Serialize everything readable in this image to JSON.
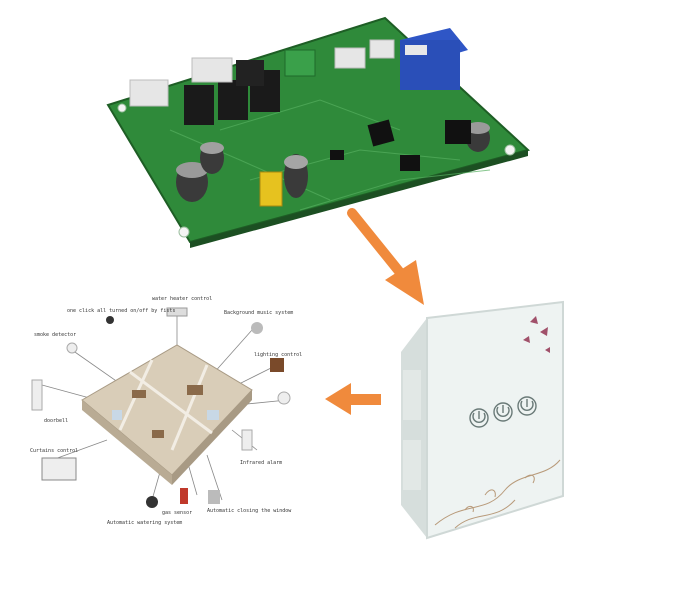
{
  "colors": {
    "background": "#ffffff",
    "pcb_green": "#2f8a3a",
    "pcb_dark": "#1f6a2a",
    "arrow_orange": "#f08a3c",
    "panel_glass": "#eef3f2",
    "panel_edge": "#cfd8d6",
    "house_floor": "#d9cdb8"
  },
  "scene": {
    "pcb": {
      "icon": "circuit-board-photo"
    },
    "switch_panel": {
      "icon": "touch-switch-panel-photo",
      "button_count": 3
    },
    "diagram": {
      "icon": "smart-home-diagram",
      "labels": [
        "water heater control",
        "Background music system",
        "one click all turned on/off by fists",
        "smoke detector",
        "lighting control",
        "Infrared alarm",
        "Curtains control",
        "Automatic watering system",
        "Automatic closing the window",
        "gas sensor",
        "doorbell"
      ]
    }
  }
}
